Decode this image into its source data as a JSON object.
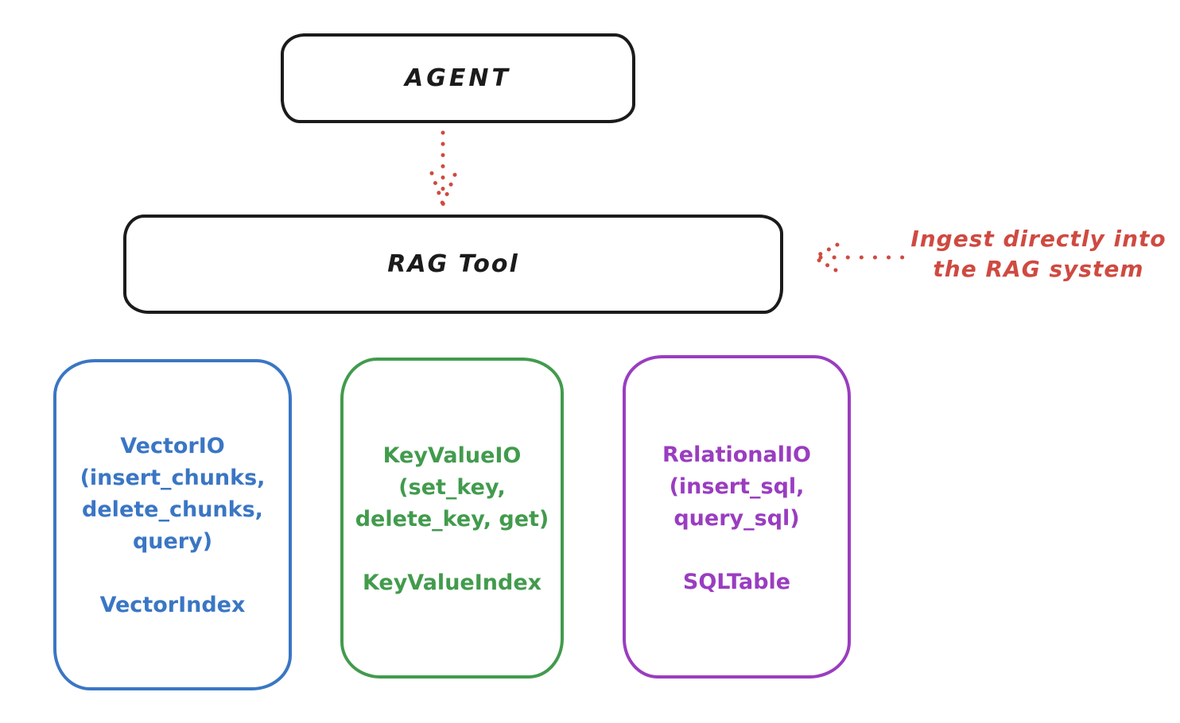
{
  "agent_box": {
    "label": "AGENT"
  },
  "rag_tool_box": {
    "label": "RAG Tool"
  },
  "ingest_annotation": {
    "line1": "Ingest directly into",
    "line2": "the RAG system"
  },
  "backends": [
    {
      "title": "VectorIO",
      "params": [
        "(insert_chunks,",
        "delete_chunks,",
        "query)"
      ],
      "index": "VectorIndex",
      "color": "#3a76c4"
    },
    {
      "title": "KeyValueIO",
      "params": [
        "(set_key,",
        "delete_key, get)"
      ],
      "index": "KeyValueIndex",
      "color": "#429b4d"
    },
    {
      "title": "RelationalIO",
      "params": [
        "(insert_sql,",
        "query_sql)"
      ],
      "index": "SQLTable",
      "color": "#9a3dc0"
    }
  ],
  "colors": {
    "box_stroke": "#1b1b1b",
    "arrow_red": "#cf4a41",
    "background": "#ffffff"
  }
}
